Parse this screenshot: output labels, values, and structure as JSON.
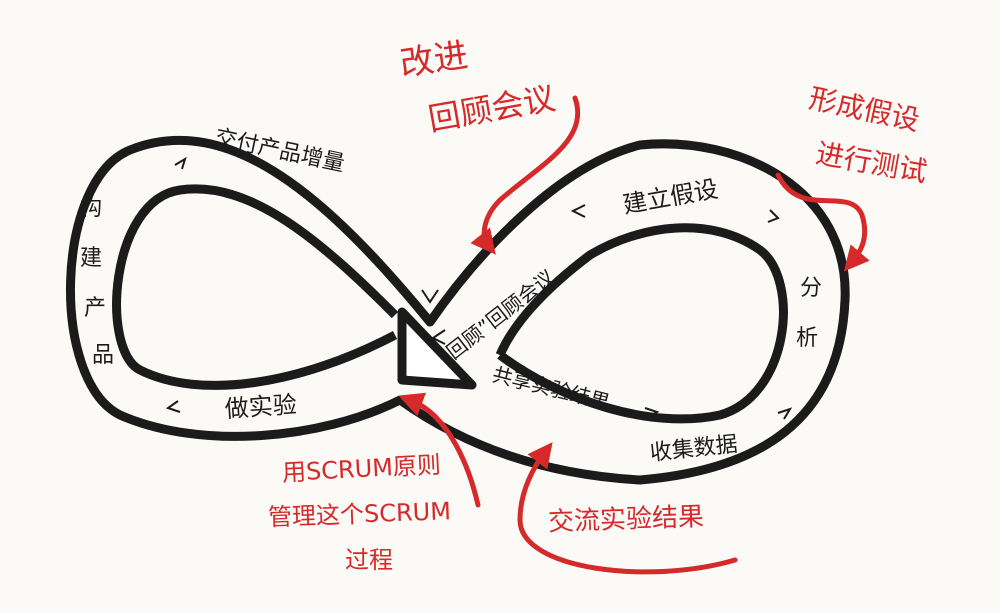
{
  "loop_labels": {
    "deliver_increment": "交付产品增量",
    "build_product": [
      "构",
      "建",
      "产",
      "品"
    ],
    "do_experiment": "做实验",
    "build_hypothesis": "建立假设",
    "retro_meeting": "“回顾”回顾会议",
    "share_results": "共享实验结果",
    "collect_data": "收集数据",
    "analyze": [
      "分",
      "析"
    ]
  },
  "annotations": {
    "improve": "改进",
    "retro_meeting": "回顾会议",
    "form_hypothesis": "形成假设",
    "test": "进行测试",
    "scrum_line1": "用SCRUM原则",
    "scrum_line2": "管理这个SCRUM",
    "scrum_line3": "过程",
    "communicate": "交流实验结果"
  },
  "colors": {
    "ink": "#1b1b1b",
    "red": "#d62a2a",
    "paper": "#fbfaf7"
  }
}
